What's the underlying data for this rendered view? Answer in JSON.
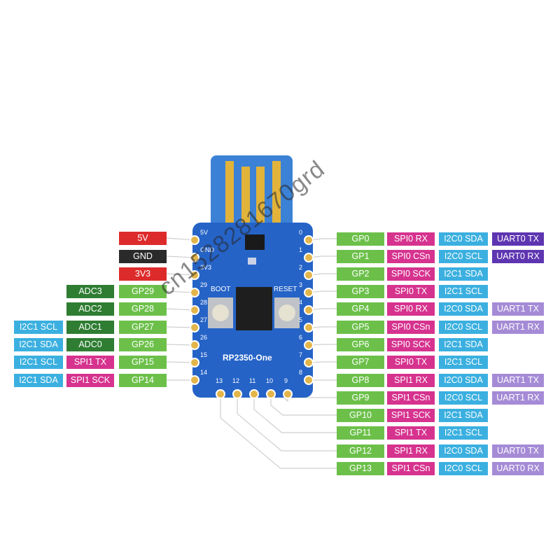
{
  "board": {
    "name": "RP2350-One",
    "boot_label": "BOOT",
    "reset_label": "RESET",
    "pad_labels": {
      "5v": "5V",
      "gnd": "GND",
      "3v3": "3V3",
      "p29": "29",
      "p28": "28",
      "p27": "27",
      "p26": "26",
      "p15": "15",
      "p14": "14",
      "p0": "0",
      "p1": "1",
      "p2": "2",
      "p3": "3",
      "p4": "4",
      "p5": "5",
      "p6": "6",
      "p7": "7",
      "p8": "8",
      "p13": "13",
      "p12": "12",
      "p11": "11",
      "p10": "10",
      "p9": "9"
    }
  },
  "colors": {
    "power": "#dd2b2b",
    "ground": "#2a2a2a",
    "gpio": "#6cc04a",
    "adc": "#2e7d32",
    "spi": "#d6338f",
    "i2c": "#3bb0e0",
    "uart_dark": "#5e35b1",
    "uart_light": "#a58bd6",
    "board": "#2563c7"
  },
  "left_pins": [
    {
      "labels": [
        {
          "text": "5V",
          "kind": "power"
        }
      ]
    },
    {
      "labels": [
        {
          "text": "GND",
          "kind": "ground"
        }
      ]
    },
    {
      "labels": [
        {
          "text": "3V3",
          "kind": "power"
        }
      ]
    },
    {
      "labels": [
        {
          "text": "ADC3",
          "kind": "adc"
        },
        {
          "text": "GP29",
          "kind": "gpio"
        }
      ]
    },
    {
      "labels": [
        {
          "text": "ADC2",
          "kind": "adc"
        },
        {
          "text": "GP28",
          "kind": "gpio"
        }
      ]
    },
    {
      "labels": [
        {
          "text": "I2C1 SCL",
          "kind": "i2c"
        },
        {
          "text": "ADC1",
          "kind": "adc"
        },
        {
          "text": "GP27",
          "kind": "gpio"
        }
      ]
    },
    {
      "labels": [
        {
          "text": "I2C1 SDA",
          "kind": "i2c"
        },
        {
          "text": "ADC0",
          "kind": "adc"
        },
        {
          "text": "GP26",
          "kind": "gpio"
        }
      ]
    },
    {
      "labels": [
        {
          "text": "I2C1 SCL",
          "kind": "i2c"
        },
        {
          "text": "SPI1 TX",
          "kind": "spi"
        },
        {
          "text": "GP15",
          "kind": "gpio"
        }
      ]
    },
    {
      "labels": [
        {
          "text": "I2C1 SDA",
          "kind": "i2c"
        },
        {
          "text": "SPI1 SCK",
          "kind": "spi"
        },
        {
          "text": "GP14",
          "kind": "gpio"
        }
      ]
    }
  ],
  "right_pins": [
    {
      "labels": [
        {
          "text": "GP0",
          "kind": "gpio"
        },
        {
          "text": "SPI0 RX",
          "kind": "spi"
        },
        {
          "text": "I2C0 SDA",
          "kind": "i2c"
        },
        {
          "text": "UART0 TX",
          "kind": "uart_dark"
        }
      ]
    },
    {
      "labels": [
        {
          "text": "GP1",
          "kind": "gpio"
        },
        {
          "text": "SPI0 CSn",
          "kind": "spi"
        },
        {
          "text": "I2C0 SCL",
          "kind": "i2c"
        },
        {
          "text": "UART0 RX",
          "kind": "uart_dark"
        }
      ]
    },
    {
      "labels": [
        {
          "text": "GP2",
          "kind": "gpio"
        },
        {
          "text": "SPI0 SCK",
          "kind": "spi"
        },
        {
          "text": "I2C1 SDA",
          "kind": "i2c"
        }
      ]
    },
    {
      "labels": [
        {
          "text": "GP3",
          "kind": "gpio"
        },
        {
          "text": "SPI0 TX",
          "kind": "spi"
        },
        {
          "text": "I2C1 SCL",
          "kind": "i2c"
        }
      ]
    },
    {
      "labels": [
        {
          "text": "GP4",
          "kind": "gpio"
        },
        {
          "text": "SPI0 RX",
          "kind": "spi"
        },
        {
          "text": "I2C0 SDA",
          "kind": "i2c"
        },
        {
          "text": "UART1 TX",
          "kind": "uart_light"
        }
      ]
    },
    {
      "labels": [
        {
          "text": "GP5",
          "kind": "gpio"
        },
        {
          "text": "SPI0 CSn",
          "kind": "spi"
        },
        {
          "text": "I2C0 SCL",
          "kind": "i2c"
        },
        {
          "text": "UART1 RX",
          "kind": "uart_light"
        }
      ]
    },
    {
      "labels": [
        {
          "text": "GP6",
          "kind": "gpio"
        },
        {
          "text": "SPI0 SCK",
          "kind": "spi"
        },
        {
          "text": "I2C1 SDA",
          "kind": "i2c"
        }
      ]
    },
    {
      "labels": [
        {
          "text": "GP7",
          "kind": "gpio"
        },
        {
          "text": "SPI0 TX",
          "kind": "spi"
        },
        {
          "text": "I2C1 SCL",
          "kind": "i2c"
        }
      ]
    },
    {
      "labels": [
        {
          "text": "GP8",
          "kind": "gpio"
        },
        {
          "text": "SPI1 RX",
          "kind": "spi"
        },
        {
          "text": "I2C0 SDA",
          "kind": "i2c"
        },
        {
          "text": "UART1 TX",
          "kind": "uart_light"
        }
      ]
    },
    {
      "labels": [
        {
          "text": "GP9",
          "kind": "gpio"
        },
        {
          "text": "SPI1 CSn",
          "kind": "spi"
        },
        {
          "text": "I2C0 SCL",
          "kind": "i2c"
        },
        {
          "text": "UART1 RX",
          "kind": "uart_light"
        }
      ]
    },
    {
      "labels": [
        {
          "text": "GP10",
          "kind": "gpio"
        },
        {
          "text": "SPI1 SCK",
          "kind": "spi"
        },
        {
          "text": "I2C1 SDA",
          "kind": "i2c"
        }
      ]
    },
    {
      "labels": [
        {
          "text": "GP11",
          "kind": "gpio"
        },
        {
          "text": "SPI1 TX",
          "kind": "spi"
        },
        {
          "text": "I2C1 SCL",
          "kind": "i2c"
        }
      ]
    },
    {
      "labels": [
        {
          "text": "GP12",
          "kind": "gpio"
        },
        {
          "text": "SPI1 RX",
          "kind": "spi"
        },
        {
          "text": "I2C0 SDA",
          "kind": "i2c"
        },
        {
          "text": "UART0 TX",
          "kind": "uart_light"
        }
      ]
    },
    {
      "labels": [
        {
          "text": "GP13",
          "kind": "gpio"
        },
        {
          "text": "SPI1 CSn",
          "kind": "spi"
        },
        {
          "text": "I2C0 SCL",
          "kind": "i2c"
        },
        {
          "text": "UART0 RX",
          "kind": "uart_light"
        }
      ]
    }
  ],
  "watermark": "cn1528281670grd"
}
